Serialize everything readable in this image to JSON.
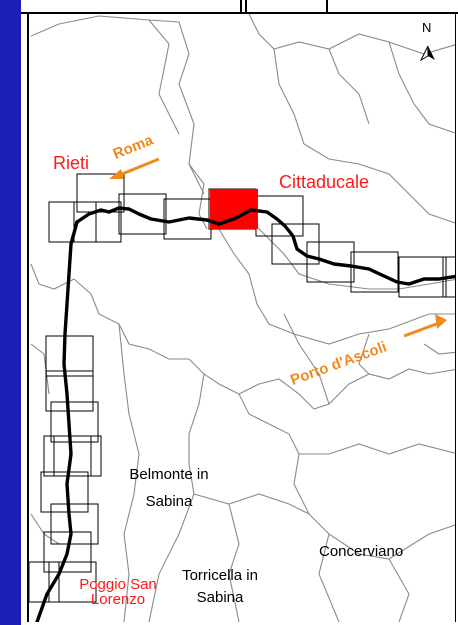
{
  "labels": {
    "rieti": "Rieti",
    "cittaducale": "Cittaducale",
    "roma": "Roma",
    "porto_ascoli": "Porto d'Ascoli",
    "belmonte_l1": "Belmonte in",
    "belmonte_l2": "Sabina",
    "torricella_l1": "Torricella in",
    "torricella_l2": "Sabina",
    "concerviano": "Concerviano",
    "poggio_l1": "Poggio San",
    "poggio_l2": "Lorenzo",
    "north": "N"
  },
  "colors": {
    "frame_bar": "#1c1fb8",
    "town_red": "#ff1a1a",
    "direction_orange": "#f08a1c",
    "highlight_tile": "#ff0000",
    "route": "#000000",
    "boundaries": "#8a8a8a"
  },
  "icons": {
    "north_arrow": "north-arrow-icon",
    "direction_arrow": "arrow-icon"
  }
}
